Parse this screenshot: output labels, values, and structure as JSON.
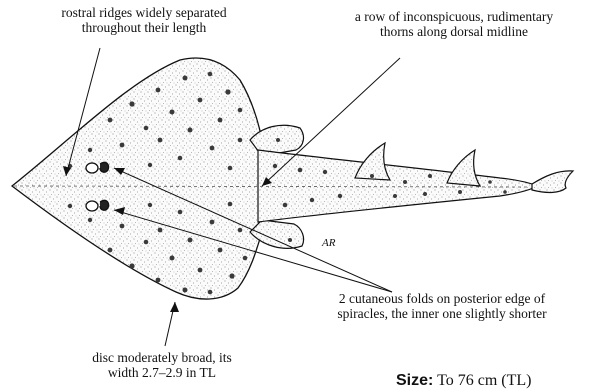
{
  "labels": {
    "rostral_ridges": [
      "rostral ridges widely separated",
      "throughout their length"
    ],
    "thorns": [
      "a row of inconspicuous, rudimentary",
      "thorns along dorsal midline"
    ],
    "cutaneous_folds": [
      "2 cutaneous folds on posterior edge of",
      "spiracles, the inner one slightly shorter"
    ],
    "disc": [
      "disc moderately broad, its",
      "width 2.7–2.9 in TL"
    ]
  },
  "size": {
    "label": "Size:",
    "value": "To 76 cm (TL)"
  },
  "signature": "AR",
  "colors": {
    "ink": "#111111",
    "spot": "#3a3a3a",
    "background": "#ffffff"
  }
}
